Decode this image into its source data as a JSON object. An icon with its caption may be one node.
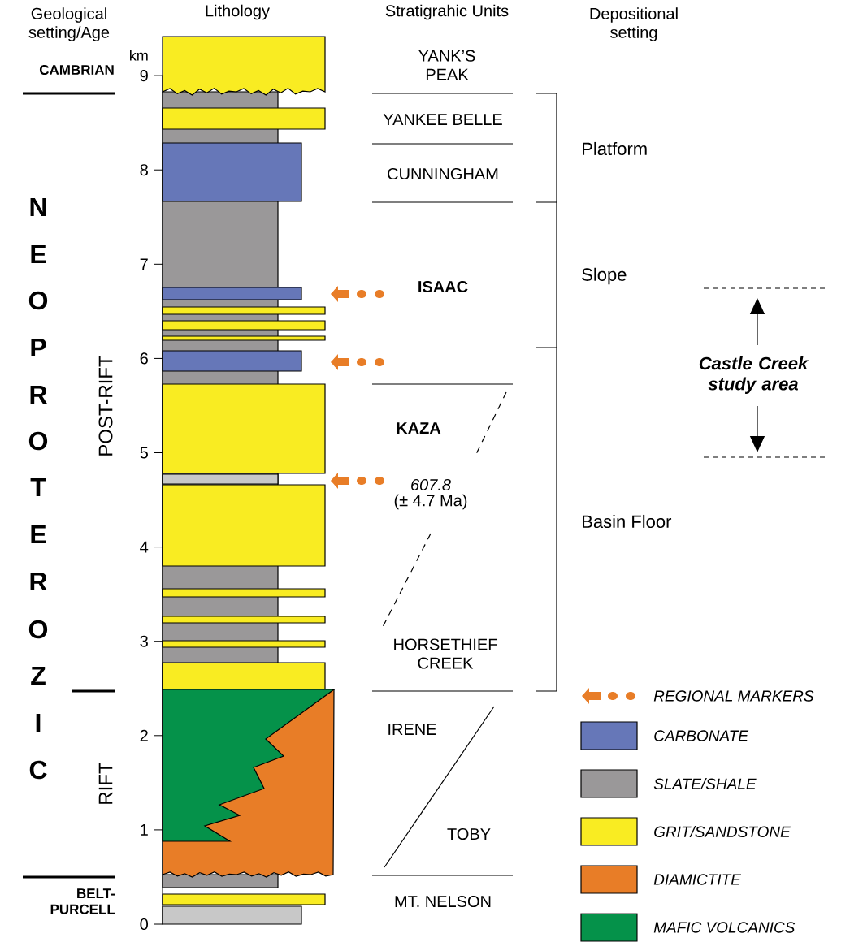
{
  "diagram": {
    "labels": [
      "Geological setting/Age",
      "Lithology",
      "Stratigrahic Units",
      "Depositional setting",
      "km",
      "YANK’S PEAK",
      "CAMBRIAN",
      "9",
      "YANKEE BELLE",
      "Platform",
      "8",
      "CUNNINGHAM",
      "N",
      "E",
      "O",
      "P",
      "R",
      "O",
      "T",
      "E",
      "R",
      "O",
      "Z",
      "I",
      "C",
      "7",
      "ISAAC",
      "Slope",
      "Castle Creek study area",
      "6",
      "POST-RIFT",
      "KAZA",
      "5",
      "607.8",
      "(± 4.7 Ma)",
      "Basin Floor",
      "4",
      "3",
      "HORSETHIEF CREEK",
      "2",
      "IRENE",
      "RIFT",
      "1",
      "TOBY",
      "BELT-PURCELL",
      "MT. NELSON",
      "0"
    ],
    "legend": [
      {
        "text": "REGIONAL MARKERS"
      },
      {
        "text": "CARBONATE",
        "color": "#6677b8"
      },
      {
        "text": "SLATE/SHALE",
        "color": "#9a9899"
      },
      {
        "text": "GRIT/SANDSTONE",
        "color": "#f9ec22"
      },
      {
        "text": "DIAMICTITE",
        "color": "#e87d27"
      },
      {
        "text": "MAFIC VOLCANICS",
        "color": "#05924a"
      }
    ]
  }
}
